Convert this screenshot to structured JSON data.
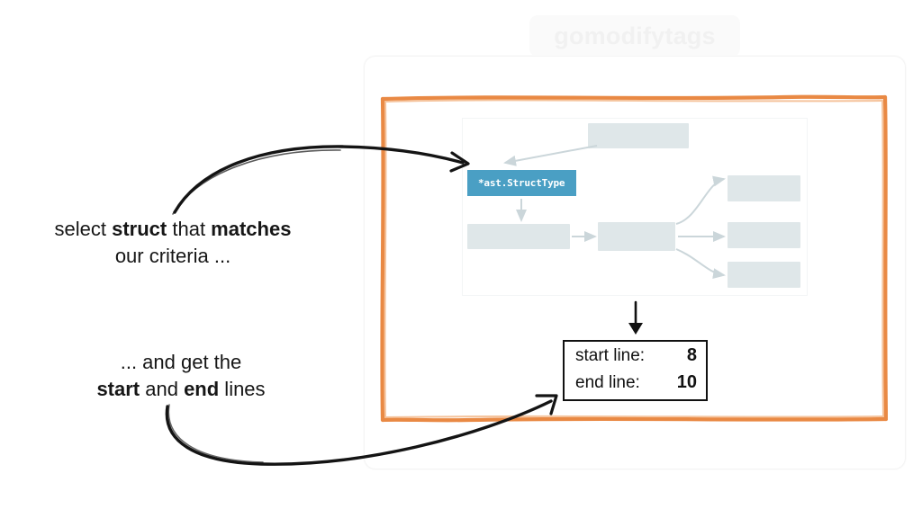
{
  "slide": {
    "title": "gomodifytags",
    "background_color": "#ffffff"
  },
  "colors": {
    "highlight_frame": "#e8833a",
    "selected_node": "#4a9fc4",
    "node_fill": "#dfe7e9",
    "edge": "#c9d4d8",
    "ink": "#161616",
    "title_text": "#f1f1f1"
  },
  "screen_card": {
    "name": "gomodifytags screenshot card"
  },
  "diagram": {
    "selected_node": {
      "label": "*ast.StructType"
    },
    "nodes": [
      {
        "id": "n-top",
        "label": ""
      },
      {
        "id": "n-left",
        "label": ""
      },
      {
        "id": "n-mid",
        "label": ""
      },
      {
        "id": "n-right-1",
        "label": ""
      },
      {
        "id": "n-right-2",
        "label": ""
      },
      {
        "id": "n-right-3",
        "label": ""
      }
    ]
  },
  "result": {
    "rows": [
      {
        "label": "start line:",
        "value": "8"
      },
      {
        "label": "end line:",
        "value": "10"
      }
    ]
  },
  "annotations": [
    {
      "id": "select-struct",
      "line1_pre": "select ",
      "line1_b1": "struct",
      "line1_mid": " that ",
      "line1_b2": "matches",
      "line2": "our criteria ..."
    },
    {
      "id": "get-lines",
      "line1": "... and get the",
      "line2_pre": "",
      "line2_b1": "start",
      "line2_mid": " and ",
      "line2_b2": "end",
      "line2_post": " lines"
    }
  ],
  "icons": {
    "down_arrow": "down-arrow-icon",
    "curved_arrow_top": "curved-arrow-icon",
    "curved_arrow_bottom": "curved-arrow-icon"
  }
}
